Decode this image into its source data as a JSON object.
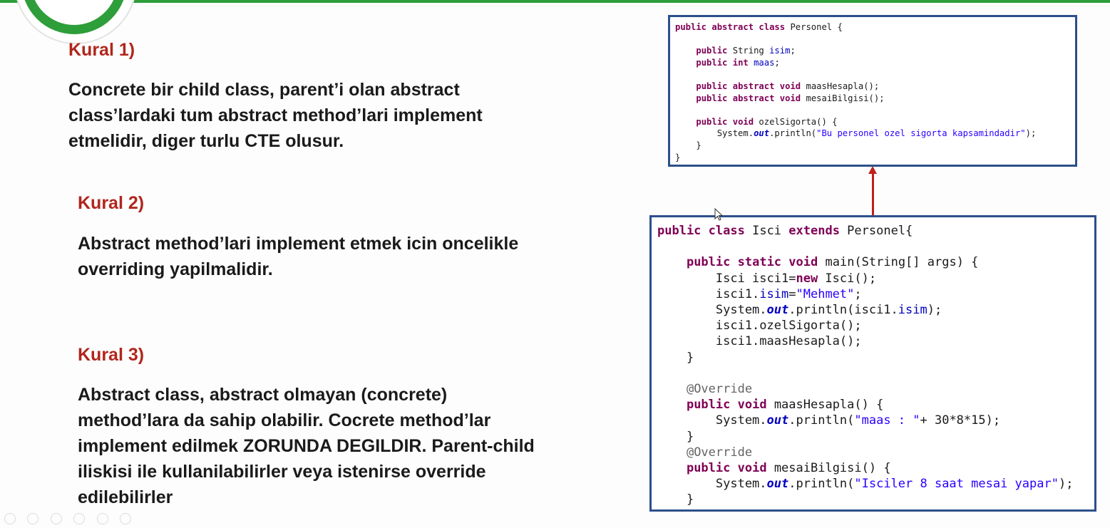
{
  "rules": [
    {
      "title": "Kural 1)",
      "text": "Concrete bir child class, parent’i olan abstract\nclass’lardaki tum abstract method’lari implement\netmelidir, diger turlu CTE olusur."
    },
    {
      "title": "Kural 2)",
      "text": "Abstract method’lari implement etmek icin oncelikle\noverriding yapilmalidir."
    },
    {
      "title": "Kural 3)",
      "text": "Abstract class, abstract olmayan (concrete)\nmethod’lara da sahip olabilir. Cocrete method’lar\nimplement edilmek ZORUNDA DEGILDIR. Parent-child\niliskisi ile kullanilabilirler veya istenirse override\nedilebilirler"
    }
  ],
  "parent_code": [
    "public abstract class Personel {",
    "",
    "    public String isim;",
    "    public int maas;",
    "",
    "    public abstract void maasHesapla();",
    "    public abstract void mesaiBilgisi();",
    "",
    "    public void ozelSigorta() {",
    "        System.out.println(\"Bu personel ozel sigorta kapsamindadir\");",
    "    }",
    "}"
  ],
  "child_code": [
    "public class Isci extends Personel{",
    "",
    "    public static void main(String[] args) {",
    "        Isci isci1=new Isci();",
    "        isci1.isim=\"Mehmet\";",
    "        System.out.println(isci1.isim);",
    "        isci1.ozelSigorta();",
    "        isci1.maasHesapla();",
    "    }",
    "",
    "    @Override",
    "    public void maasHesapla() {",
    "        System.out.println(\"maas : \"+ 30*8*15);",
    "    }",
    "    @Override",
    "    public void mesaiBilgisi() {",
    "        System.out.println(\"Isciler 8 saat mesai yapar\");",
    "    }"
  ],
  "colors": {
    "accent_green": "#2e9e3a",
    "rule_title_red": "#b0261c",
    "code_border_blue": "#2c4f8a",
    "arrow_red": "#c0201a"
  },
  "icons": [
    "logo-icon",
    "inheritance-arrow-icon",
    "mouse-cursor-icon",
    "toolbar-prev-icon",
    "toolbar-next-icon",
    "toolbar-pen-icon",
    "toolbar-slides-icon",
    "toolbar-zoom-icon",
    "toolbar-more-icon"
  ]
}
